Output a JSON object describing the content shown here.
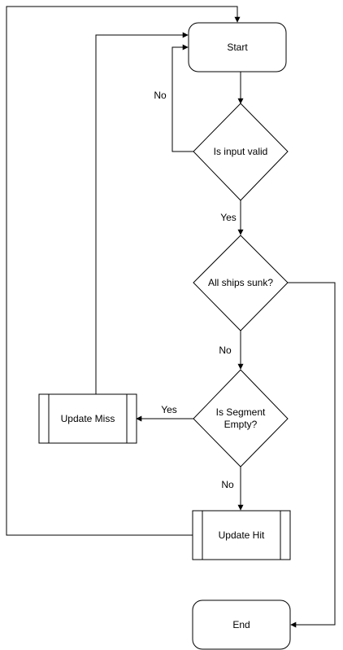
{
  "diagram": {
    "nodes": {
      "start": {
        "label": "Start"
      },
      "input_valid": {
        "label": "Is input valid"
      },
      "all_ships_sunk": {
        "label": "All ships sunk?"
      },
      "segment_empty": {
        "label_line1": "Is Segment",
        "label_line2": "Empty?"
      },
      "update_miss": {
        "label": "Update Miss"
      },
      "update_hit": {
        "label": "Update Hit"
      },
      "end": {
        "label": "End"
      }
    },
    "edge_labels": {
      "input_no": "No",
      "input_yes": "Yes",
      "sunk_no": "No",
      "segment_yes": "Yes",
      "segment_no": "No"
    }
  }
}
